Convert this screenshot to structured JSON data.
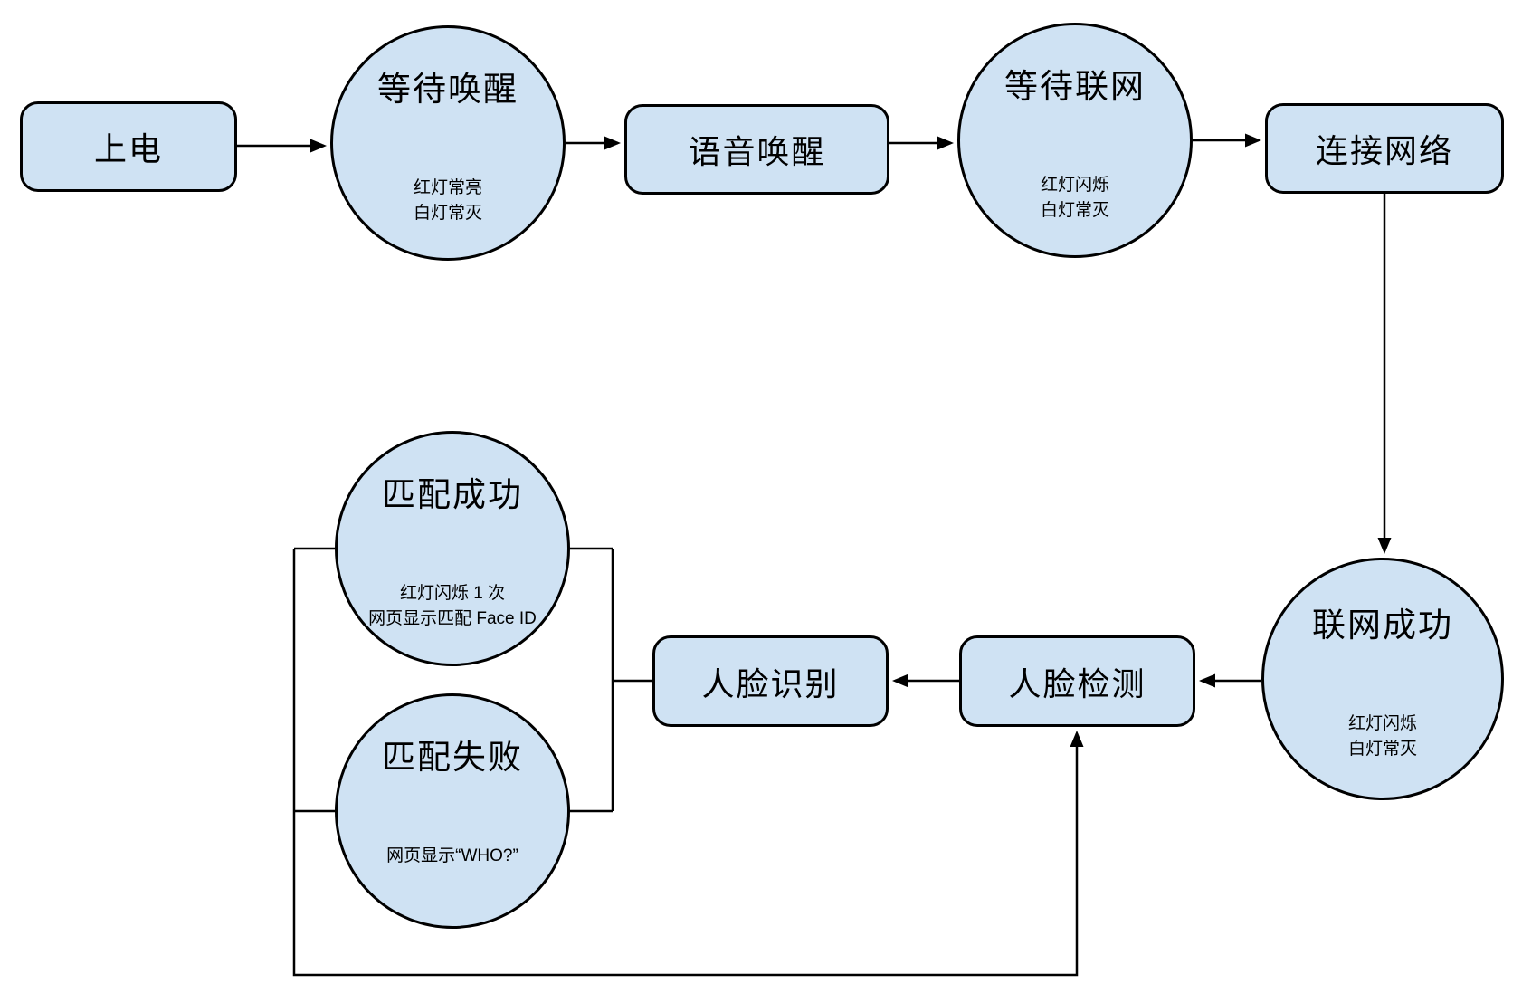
{
  "colors": {
    "node_fill": "#cfe2f3",
    "node_border": "#000000",
    "connector": "#000000",
    "background": "#ffffff"
  },
  "diagram": {
    "nodes": {
      "power_on": {
        "label": "上电"
      },
      "wait_wake": {
        "label": "等待唤醒",
        "note_line1": "红灯常亮",
        "note_line2": "白灯常灭"
      },
      "voice_wake": {
        "label": "语音唤醒"
      },
      "wait_network": {
        "label": "等待联网",
        "note_line1": "红灯闪烁",
        "note_line2": "白灯常灭"
      },
      "connect_network": {
        "label": "连接网络"
      },
      "network_success": {
        "label": "联网成功",
        "note_line1": "红灯闪烁",
        "note_line2": "白灯常灭"
      },
      "face_detect": {
        "label": "人脸检测"
      },
      "face_recognize": {
        "label": "人脸识别"
      },
      "match_success": {
        "label": "匹配成功",
        "note_line1": "红灯闪烁 1 次",
        "note_line2": "网页显示匹配 Face ID"
      },
      "match_fail": {
        "label": "匹配失败",
        "note_line1": "网页显示“WHO?”"
      }
    }
  }
}
